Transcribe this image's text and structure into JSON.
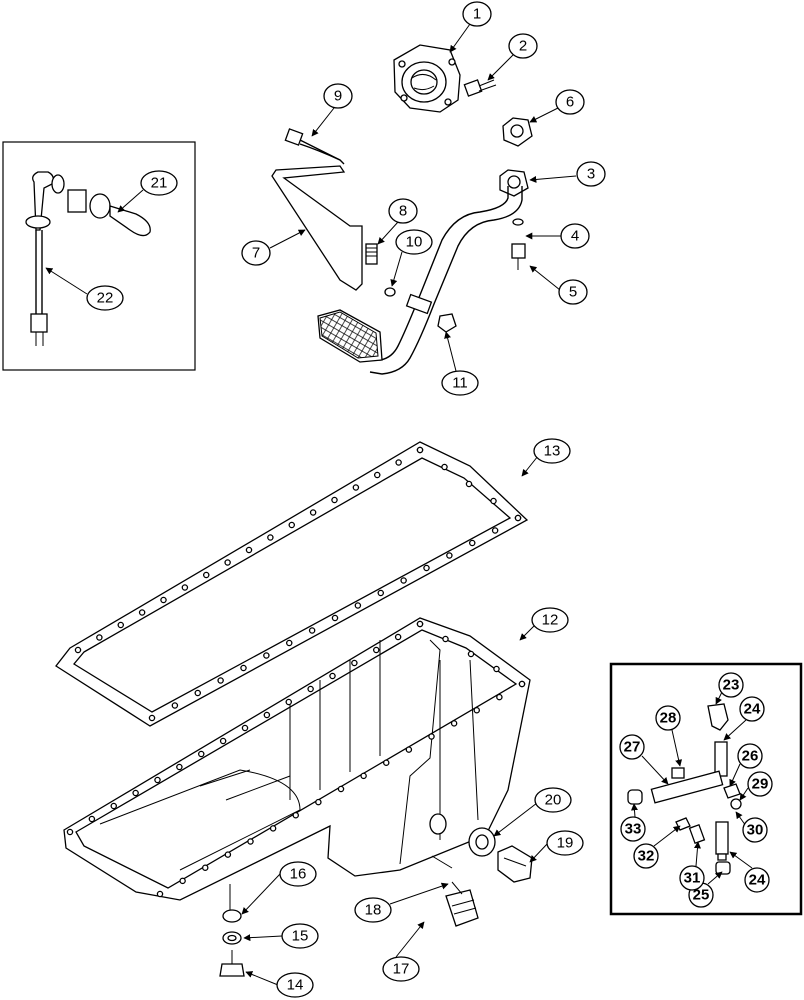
{
  "callouts": {
    "c1": "1",
    "c2": "2",
    "c3": "3",
    "c4": "4",
    "c5": "5",
    "c6": "6",
    "c7": "7",
    "c8": "8",
    "c9": "9",
    "c10": "10",
    "c11": "11",
    "c12": "12",
    "c13": "13",
    "c14": "14",
    "c15": "15",
    "c16": "16",
    "c17": "17",
    "c18": "18",
    "c19": "19",
    "c20": "20",
    "c21": "21",
    "c22": "22",
    "c23": "23",
    "c24a": "24",
    "c24b": "24",
    "c25": "25",
    "c26": "26",
    "c27": "27",
    "c28": "28",
    "c29": "29",
    "c30": "30",
    "c31": "31",
    "c32": "32",
    "c33": "33"
  }
}
